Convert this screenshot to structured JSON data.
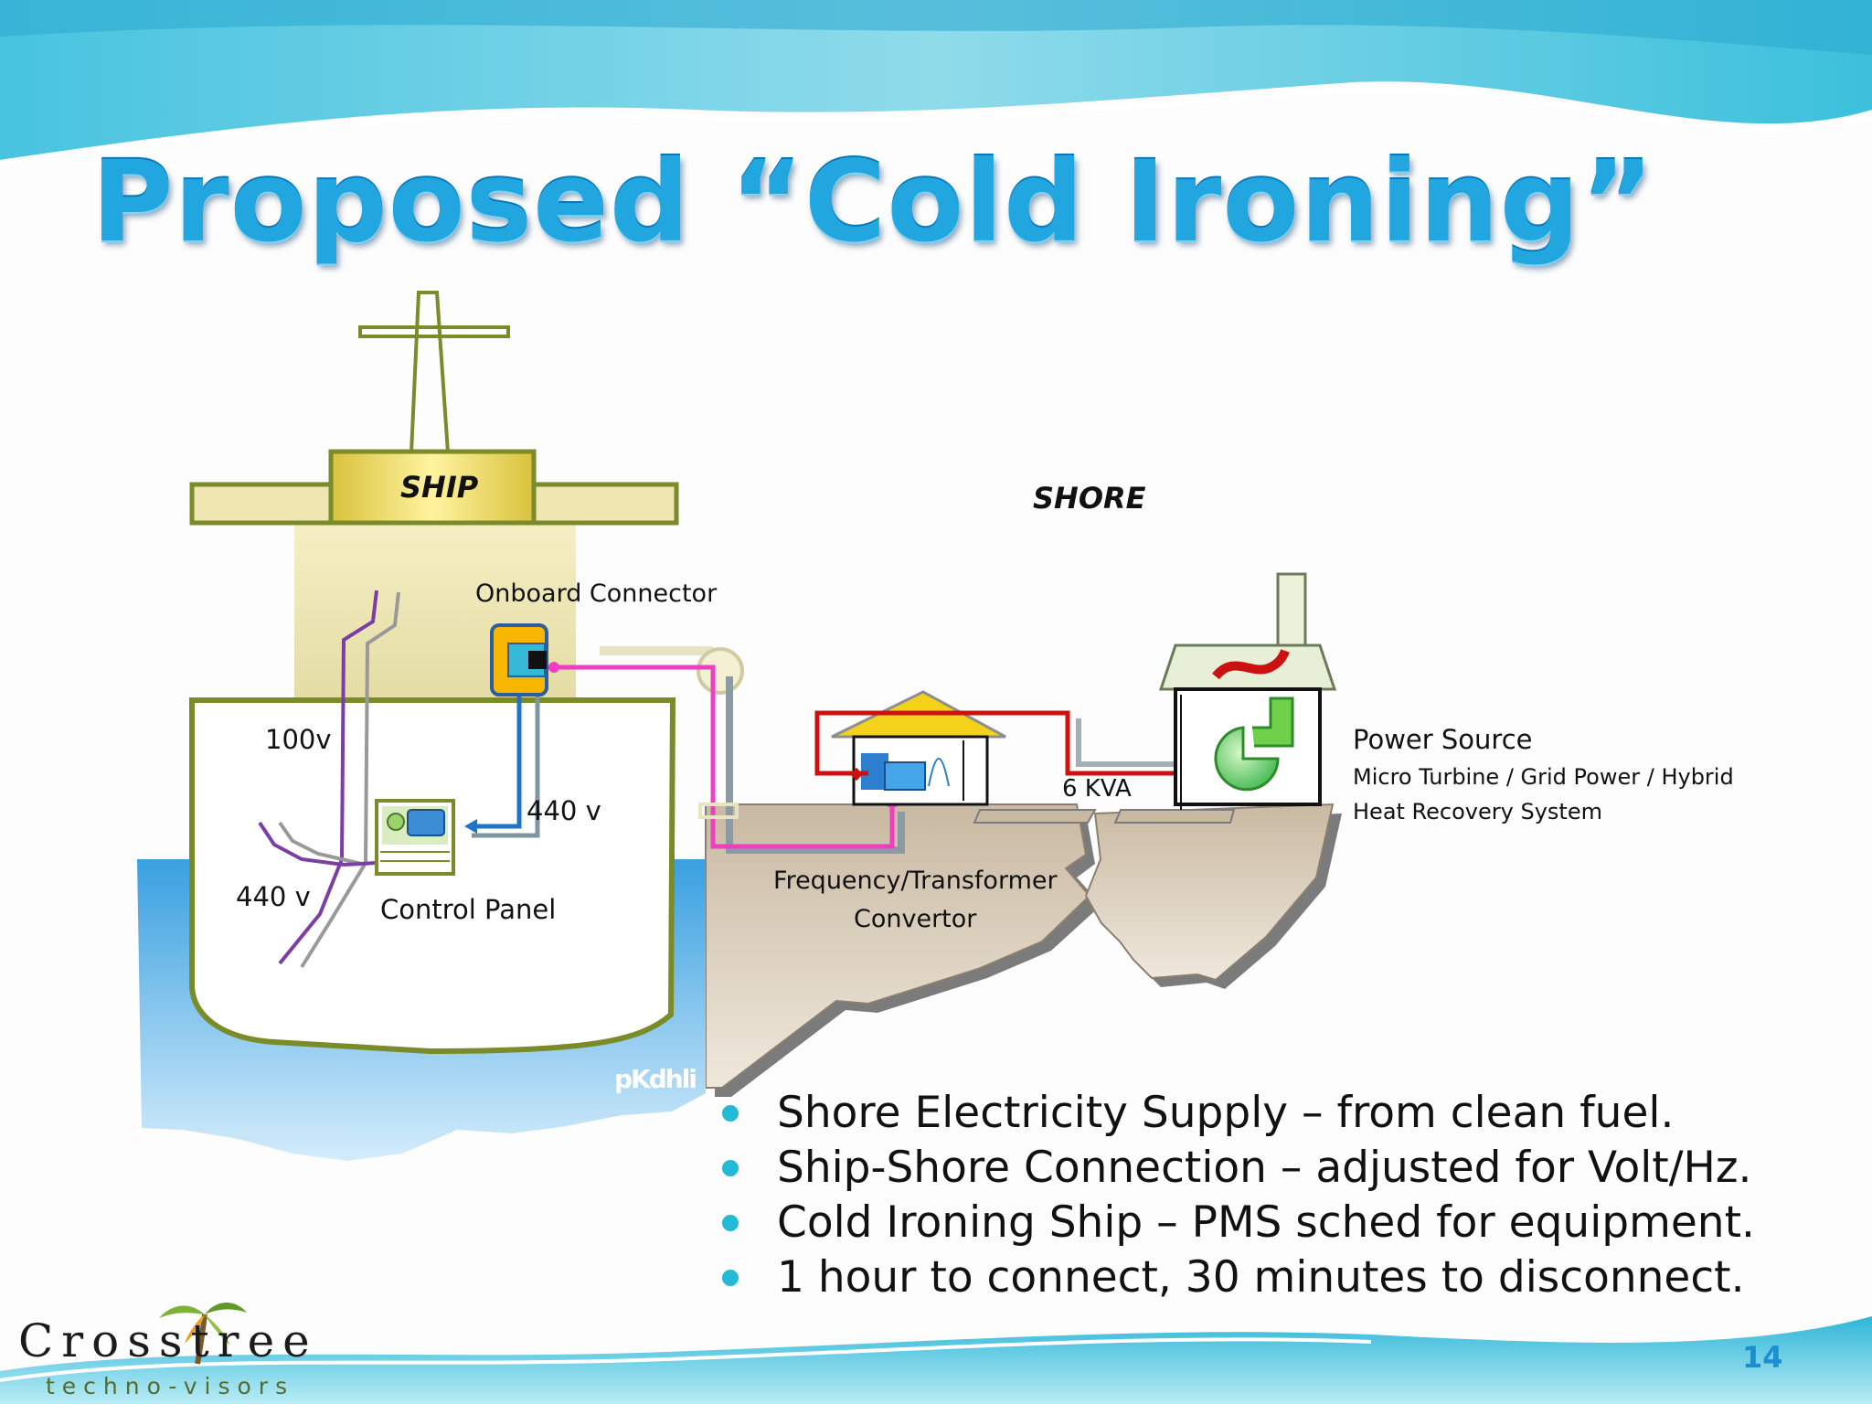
{
  "slide": {
    "title": "Proposed “Cold Ironing”",
    "page_number": "14"
  },
  "diagram": {
    "ship_label": "SHIP",
    "shore_label": "SHORE",
    "onboard_connector": "Onboard Connector",
    "voltage_100": "100v",
    "voltage_440_right": "440 v",
    "voltage_440_left": "440 v",
    "control_panel": "Control Panel",
    "kva": "6 KVA",
    "converter_line1": "Frequency/Transformer",
    "converter_line2": "Convertor",
    "power_source_title": "Power Source",
    "power_source_line1": "Micro Turbine / Grid Power / Hybrid",
    "power_source_line2": "Heat Recovery System",
    "watermark": "pKdhli"
  },
  "bullets": [
    "Shore Electricity Supply – from clean fuel.",
    "Ship-Shore Connection – adjusted for Volt/Hz.",
    "Cold Ironing Ship – PMS sched for equipment.",
    "1 hour to connect, 30 minutes to disconnect."
  ],
  "logo": {
    "name": "Crosstree",
    "tagline": "techno-visors"
  },
  "colors": {
    "title": "#22a6e0",
    "wave": "#3ec3de",
    "bullet": "#24b9d6",
    "ship_outline": "#7a8b2a",
    "water": "#2e8fd6",
    "cable_magenta": "#ee3fc0",
    "cable_red": "#cc1111",
    "cable_blue": "#1f74c8",
    "cable_purple": "#7a3ea6"
  }
}
